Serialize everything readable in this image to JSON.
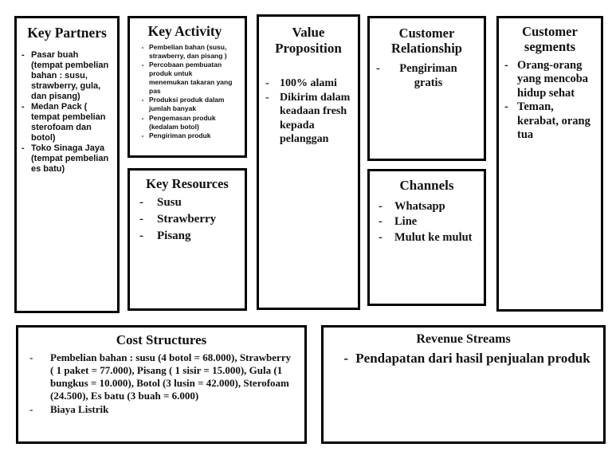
{
  "canvas": {
    "bullet": "-",
    "colors": {
      "border": "#000000",
      "background": "#ffffff",
      "text": "#111111"
    },
    "boxes": {
      "key_partners": {
        "title": "Key Partners",
        "items": [
          "Pasar buah (tempat pembelian bahan : susu, strawberry, gula, dan pisang)",
          "Medan Pack ( tempat pembelian sterofoam dan botol)",
          "Toko Sinaga Jaya (tempat pembelian es batu)"
        ]
      },
      "key_activity": {
        "title": "Key Activity",
        "items": [
          "Pembelian bahan (susu, strawberry, dan pisang )",
          "Percobaan pembuatan produk untuk menemukan takaran yang pas",
          "Produksi produk dalam jumlah banyak",
          "Pengemasan produk (kedalam botol)",
          "Pengiriman produk"
        ]
      },
      "key_resources": {
        "title": "Key Resources",
        "items": [
          "Susu",
          "Strawberry",
          "Pisang"
        ]
      },
      "value_proposition": {
        "title": "Value Proposition",
        "items": [
          "100% alami",
          "Dikirim dalam keadaan fresh kepada pelanggan"
        ]
      },
      "customer_relationship": {
        "title": "Customer Relationship",
        "items": [
          "Pengiriman gratis"
        ]
      },
      "channels": {
        "title": "Channels",
        "items": [
          "Whatsapp",
          "Line",
          "Mulut ke mulut"
        ]
      },
      "customer_segments": {
        "title": "Customer segments",
        "items": [
          "Orang-orang yang mencoba hidup sehat",
          "Teman, kerabat, orang tua"
        ]
      },
      "cost_structures": {
        "title": "Cost Structures",
        "items": [
          "Pembelian bahan : susu (4 botol = 68.000), Strawberry ( 1 paket = 77.000), Pisang ( 1 sisir = 15.000), Gula (1 bungkus = 10.000), Botol (3 lusin = 42.000), Sterofoam (24.500), Es batu (3 buah = 6.000)",
          "Biaya Listrik"
        ]
      },
      "revenue_streams": {
        "title": "Revenue Streams",
        "items": [
          "Pendapatan dari hasil penjualan produk"
        ]
      }
    }
  }
}
